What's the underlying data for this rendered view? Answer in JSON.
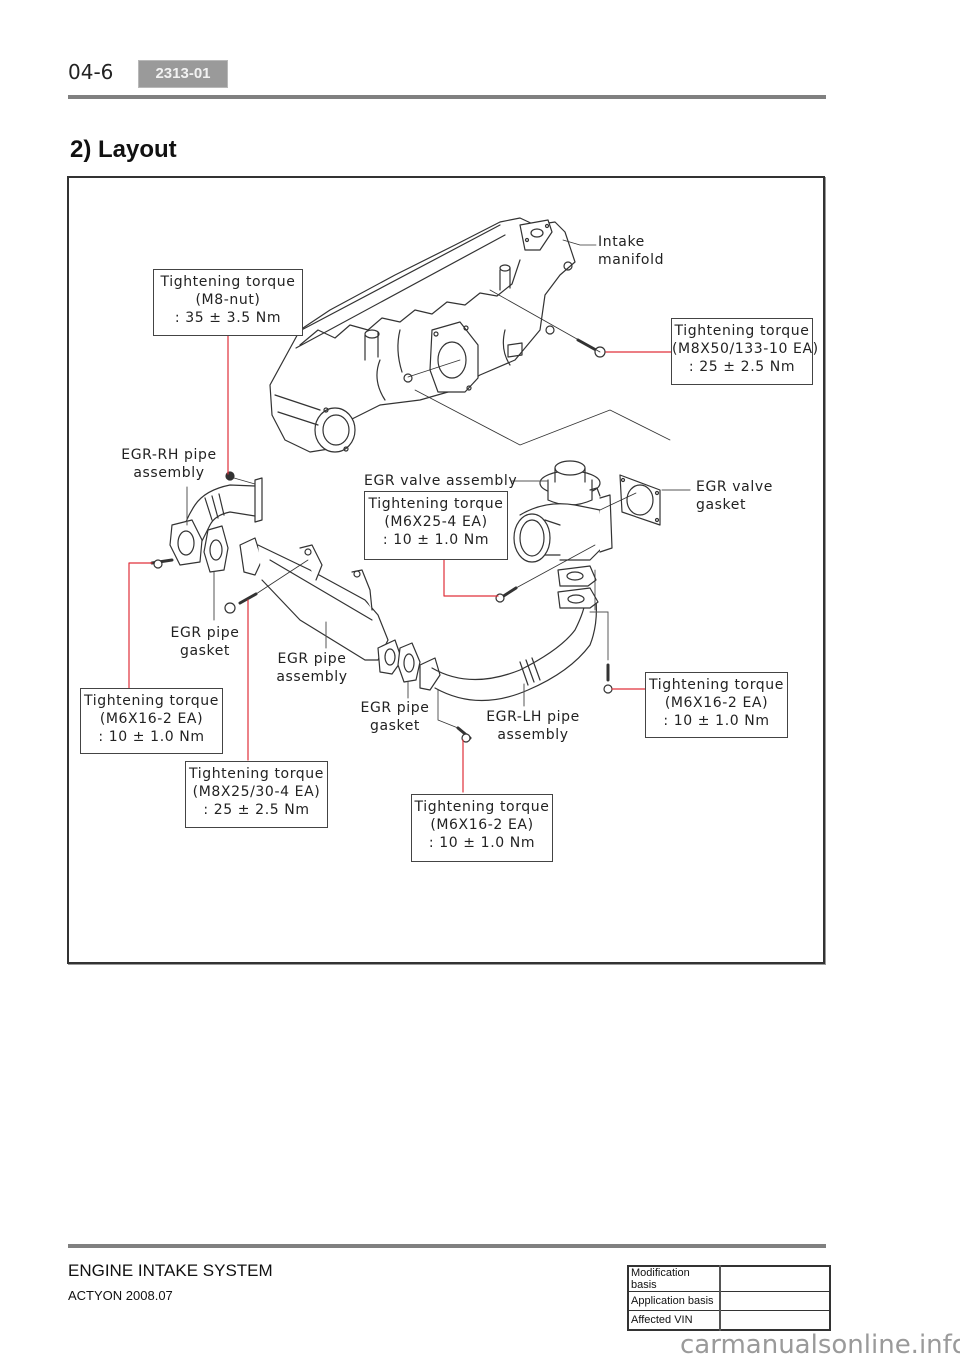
{
  "header": {
    "page_number": "04-6",
    "section_code": "2313-01",
    "heading": "2) Layout"
  },
  "diagram": {
    "callout_color": "#e0303a",
    "part_labels": [
      {
        "id": "intake-manifold",
        "lines": [
          "Intake",
          "manifold"
        ]
      },
      {
        "id": "egr-rh-pipe-assembly",
        "lines": [
          "EGR-RH pipe",
          "assembly"
        ]
      },
      {
        "id": "egr-valve-assembly",
        "lines": [
          "EGR valve assembly"
        ]
      },
      {
        "id": "egr-valve-gasket",
        "lines": [
          "EGR valve",
          "gasket"
        ]
      },
      {
        "id": "egr-pipe-gasket-left",
        "lines": [
          "EGR pipe",
          "gasket"
        ]
      },
      {
        "id": "egr-pipe-assembly",
        "lines": [
          "EGR pipe",
          "assembly"
        ]
      },
      {
        "id": "egr-pipe-gasket-right",
        "lines": [
          "EGR pipe",
          "gasket"
        ]
      },
      {
        "id": "egr-lh-pipe-assembly",
        "lines": [
          "EGR-LH pipe",
          "assembly"
        ]
      }
    ],
    "torque_boxes": [
      {
        "id": "m8-nut",
        "title": "Tightening torque",
        "spec": "(M8-nut)",
        "value": ": 35 ± 3.5 Nm"
      },
      {
        "id": "m8x50",
        "title": "Tightening torque",
        "spec": "(M8X50/133-10 EA)",
        "value": ": 25 ± 2.5 Nm"
      },
      {
        "id": "m6x25",
        "title": "Tightening torque",
        "spec": "(M6X25-4 EA)",
        "value": ": 10 ± 1.0 Nm"
      },
      {
        "id": "m6x16-left",
        "title": "Tightening torque",
        "spec": "(M6X16-2 EA)",
        "value": ": 10 ± 1.0 Nm"
      },
      {
        "id": "m8x25",
        "title": "Tightening torque",
        "spec": "(M8X25/30-4 EA)",
        "value": ": 25 ± 2.5 Nm"
      },
      {
        "id": "m6x16-bottom",
        "title": "Tightening torque",
        "spec": "(M6X16-2 EA)",
        "value": ": 10 ± 1.0 Nm"
      },
      {
        "id": "m6x16-right",
        "title": "Tightening torque",
        "spec": "(M6X16-2 EA)",
        "value": ": 10 ± 1.0 Nm"
      }
    ]
  },
  "footer": {
    "title": "ENGINE INTAKE SYSTEM",
    "subtitle": "ACTYON 2008.07",
    "basis_table": [
      {
        "label": "Modification basis",
        "value": ""
      },
      {
        "label": "Application basis",
        "value": ""
      },
      {
        "label": "Affected VIN",
        "value": ""
      }
    ],
    "watermark": "carmanualsonline.info"
  }
}
